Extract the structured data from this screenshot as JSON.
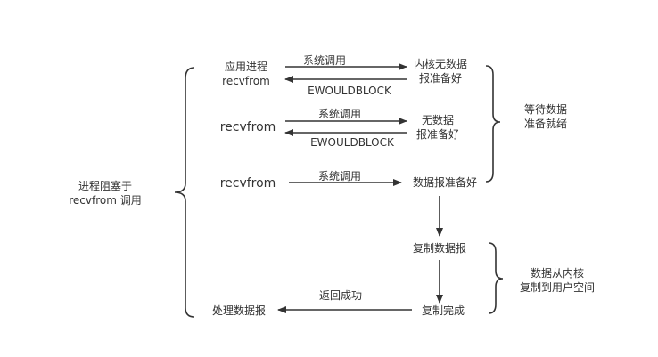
{
  "diagram": {
    "block_label": [
      "进程阻塞于",
      "recvfrom 调用"
    ],
    "wait_label": [
      "等待数据",
      "准备就绪"
    ],
    "copy_label": [
      "数据从内核",
      "复制到用户空间"
    ],
    "row1": {
      "app": [
        "应用进程",
        "recvfrom"
      ],
      "syscall": "系统调用",
      "kernel": [
        "内核无数据",
        "报准备好"
      ],
      "reply": "EWOULDBLOCK"
    },
    "row2": {
      "app": "recvfrom",
      "syscall": "系统调用",
      "kernel": [
        "无数据",
        "报准备好"
      ],
      "reply": "EWOULDBLOCK"
    },
    "row3": {
      "app": "recvfrom",
      "syscall": "系统调用",
      "kernel": "数据报准备好"
    },
    "copy_step": "复制数据报",
    "copy_done": "复制完成",
    "return_label": "返回成功",
    "process_label": "处理数据报"
  }
}
